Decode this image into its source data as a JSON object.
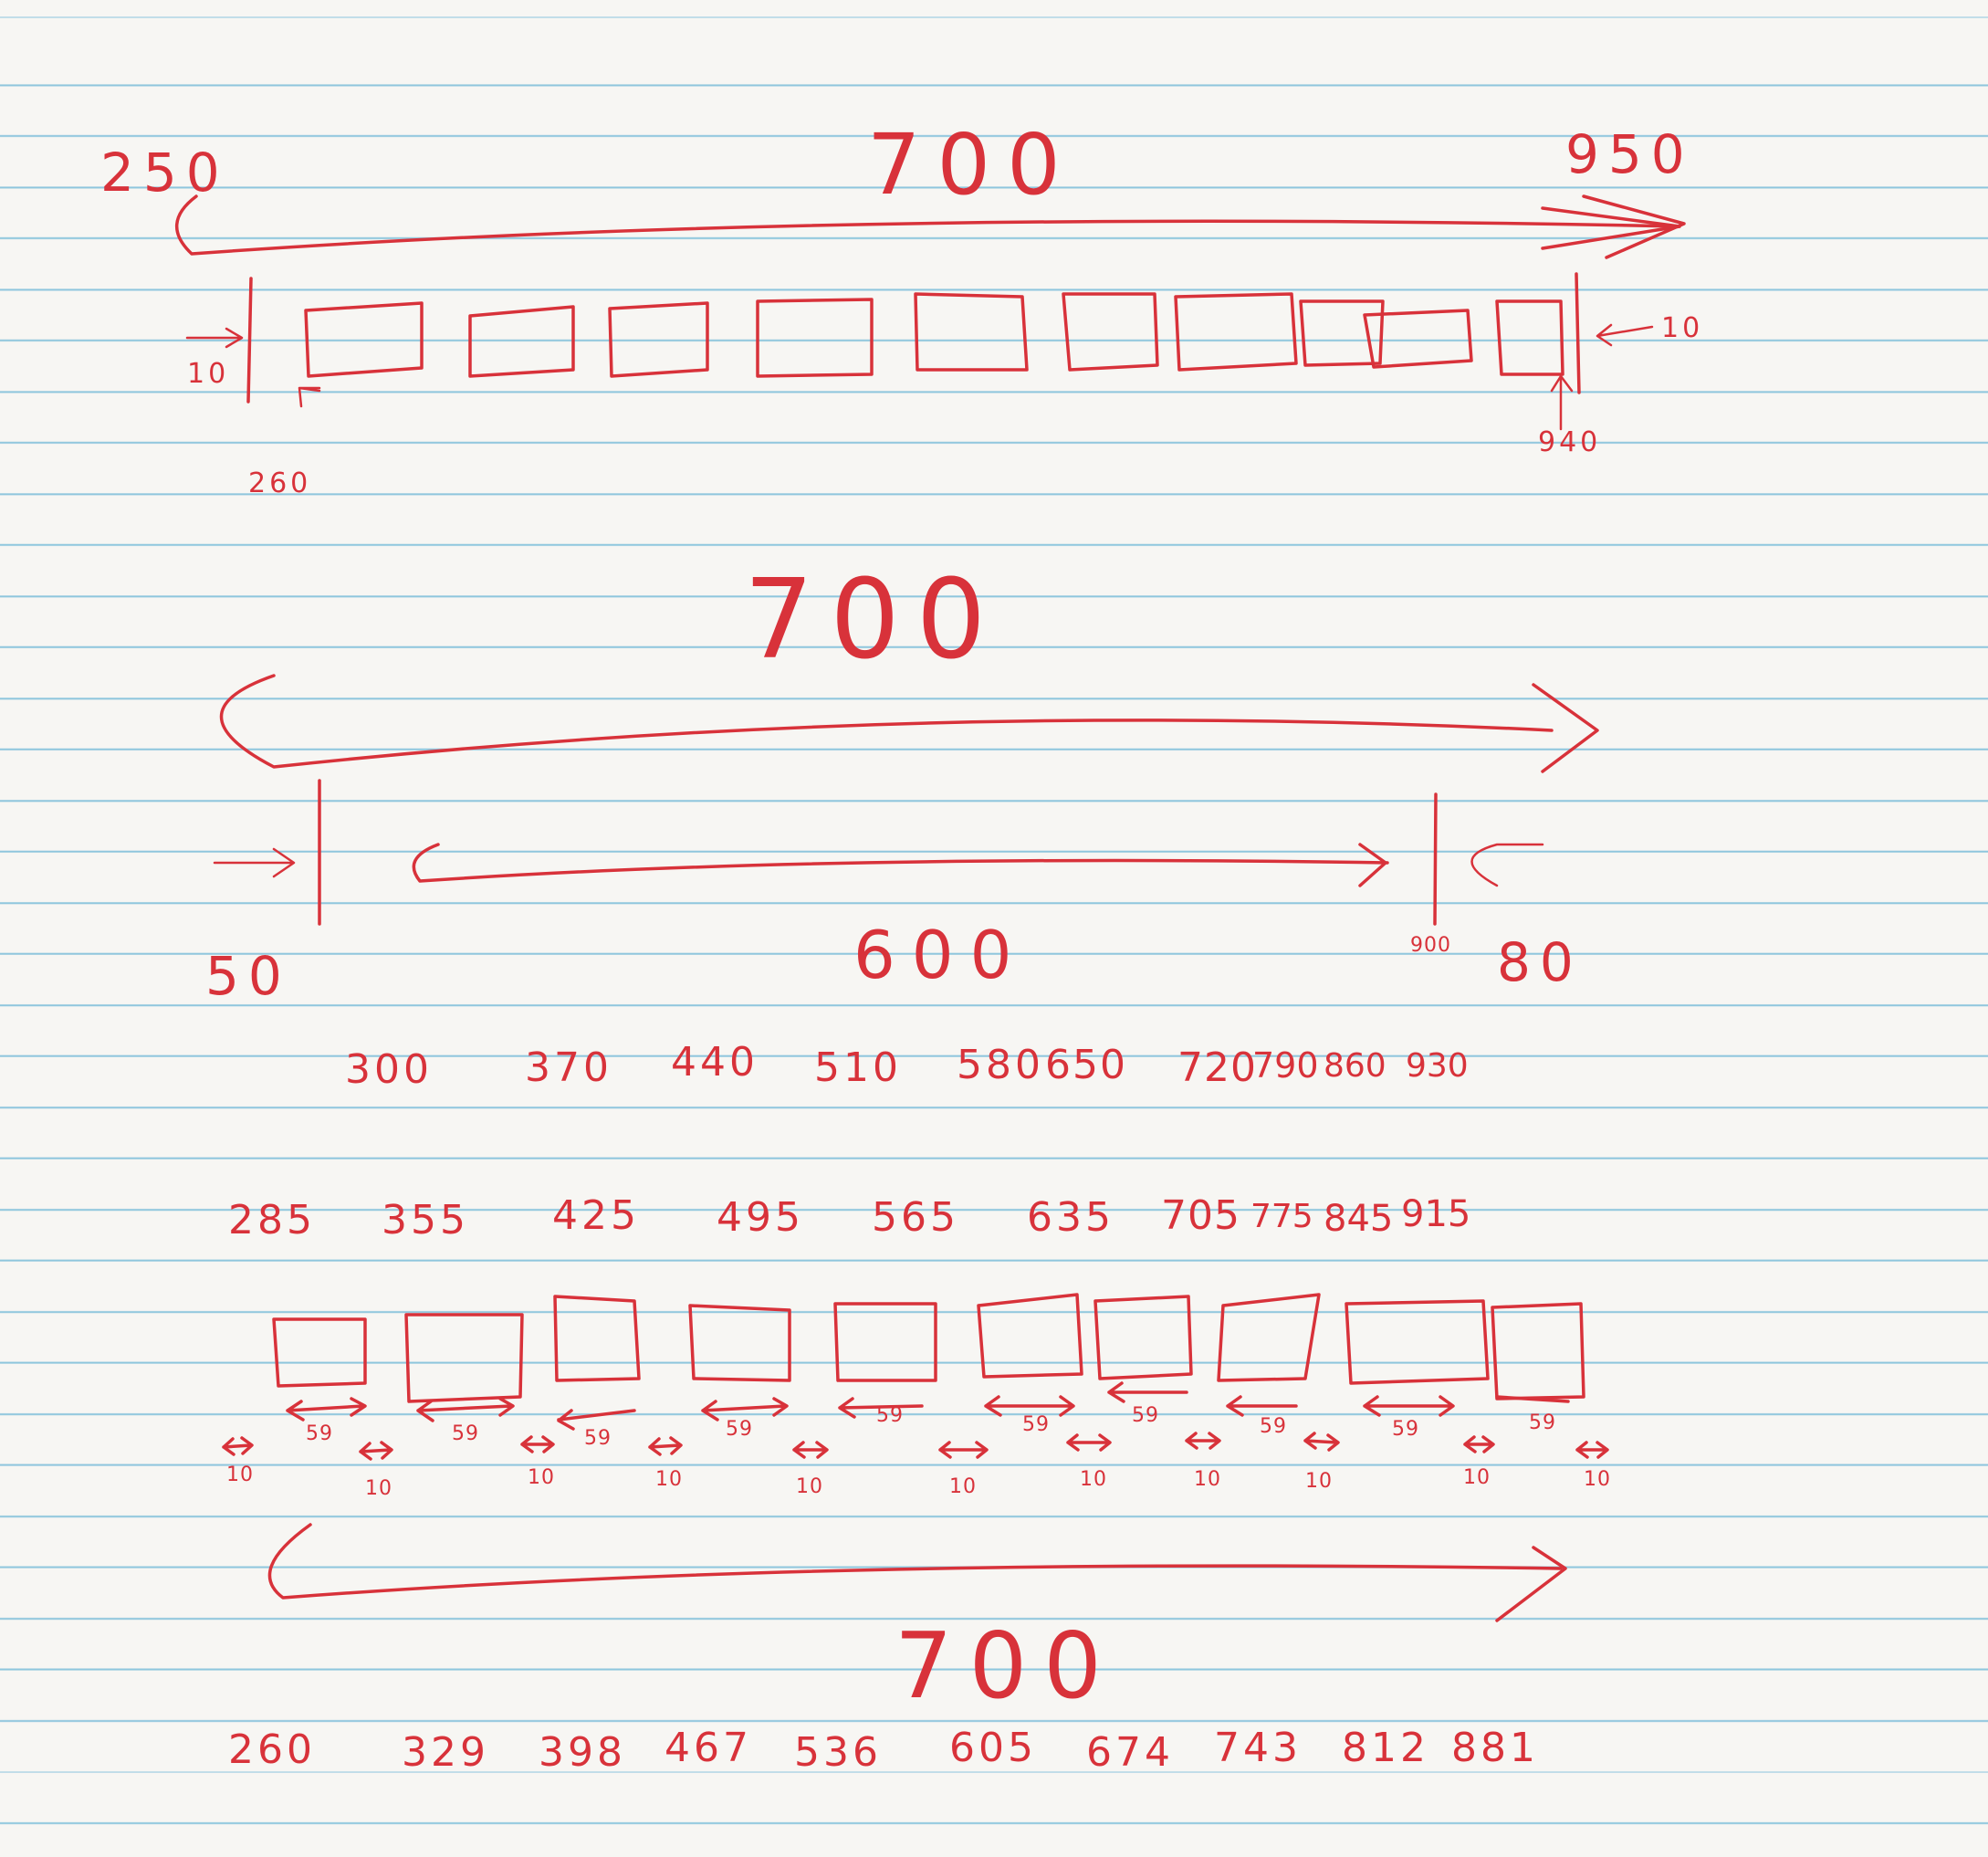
{
  "section1": {
    "left_label": "250",
    "total_label": "700",
    "right_label": "950",
    "left_margin": "10",
    "right_margin": "10",
    "first_box_start": "260",
    "last_box_end": "940"
  },
  "section2": {
    "total_label": "700",
    "inner_label": "600",
    "left_offset": "50",
    "right_offset": "80",
    "right_edge": "900"
  },
  "row_a": [
    "300",
    "370",
    "440",
    "510",
    "580",
    "650",
    "720",
    "790",
    "860",
    "930"
  ],
  "row_b": [
    "285",
    "355",
    "425",
    "495",
    "565",
    "635",
    "705",
    "775",
    "845",
    "915"
  ],
  "box_width_label": "59",
  "gap_label": "10",
  "section3": {
    "total_label": "700"
  },
  "row_c": [
    "260",
    "329",
    "398",
    "467",
    "536",
    "605",
    "674",
    "743",
    "812",
    "881"
  ]
}
